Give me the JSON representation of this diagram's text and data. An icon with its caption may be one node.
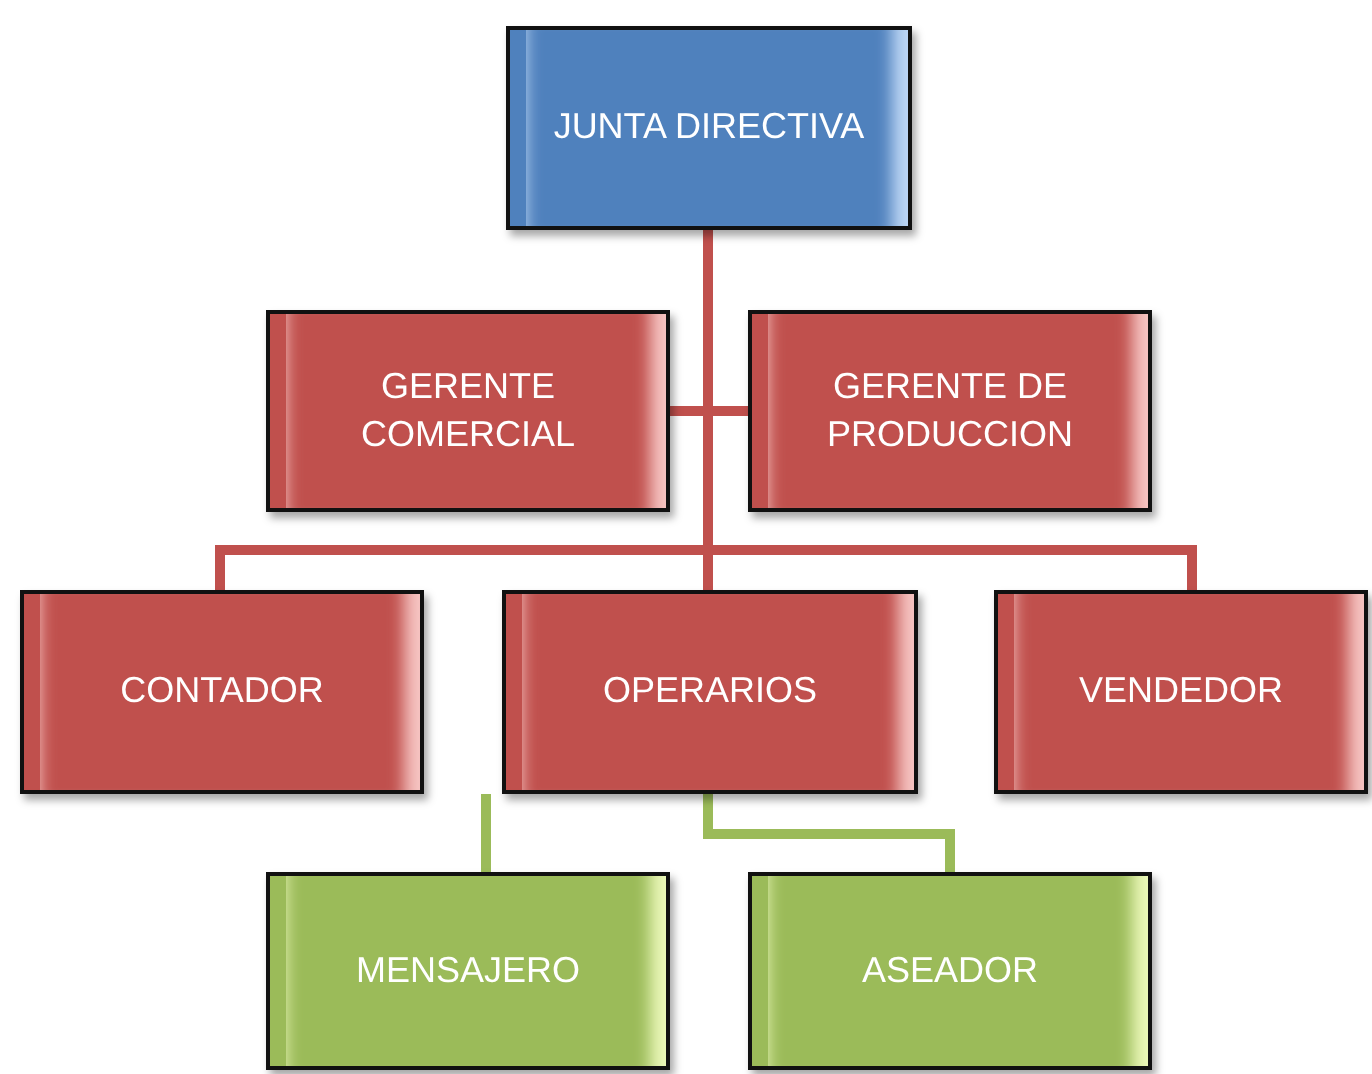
{
  "diagram": {
    "nodes": [
      {
        "text": [
          "JUNTA DIRECTIVA"
        ]
      },
      {
        "text": [
          "GERENTE COMERCIAL"
        ]
      },
      {
        "text": [
          "GERENTE DE PRODUCCION"
        ]
      },
      {
        "text": [
          "CONTADOR"
        ]
      },
      {
        "text": [
          "OPERARIOS"
        ]
      },
      {
        "text": [
          "VENDEDOR"
        ]
      },
      {
        "text": [
          "MENSAJERO"
        ]
      },
      {
        "text": [
          "ASEADOR"
        ]
      }
    ],
    "edges": [
      {
        "from": 0,
        "to": 1,
        "arrow": "none"
      },
      {
        "from": 0,
        "to": 2,
        "arrow": "none"
      },
      {
        "from": 0,
        "to": 3,
        "arrow": "none"
      },
      {
        "from": 0,
        "to": 4,
        "arrow": "none"
      },
      {
        "from": 0,
        "to": 5,
        "arrow": "none"
      },
      {
        "from": 4,
        "to": 6,
        "arrow": "none",
        "color": "#9bbb59"
      },
      {
        "from": 4,
        "to": 7,
        "arrow": "none",
        "color": "#9bbb59"
      }
    ]
  }
}
